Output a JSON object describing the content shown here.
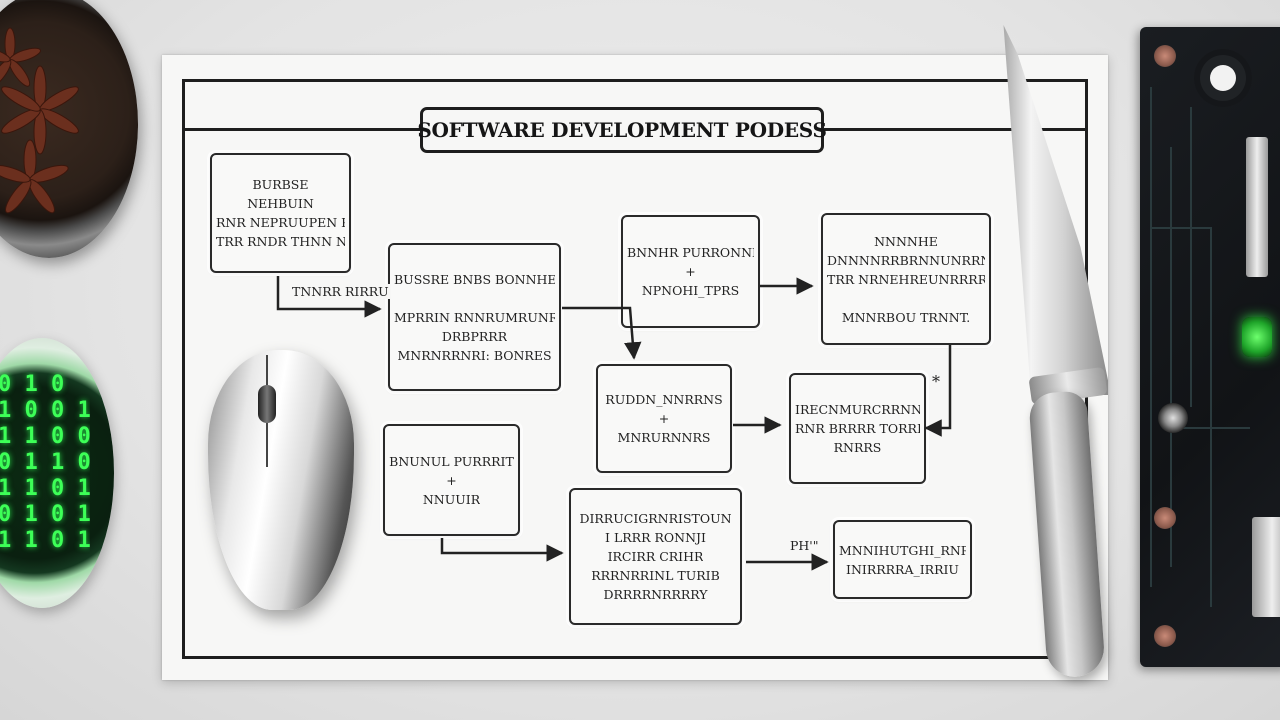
{
  "diagram": {
    "title": "SOFTWARE DEVELOPMENT PODESS",
    "boxes": [
      {
        "id": "b1",
        "lines": [
          "BURBSE",
          "NEHBUIN",
          "RNR NEPRUUPEN R",
          "TRR RNDR THNN NH"
        ]
      },
      {
        "id": "b2",
        "lines": [
          "BUSSRE BNBS BONNHE",
          "",
          "MPRRIN RNNRUMRUNRE",
          "DRBPRRR",
          "MNRNRRNRI: BONRES"
        ]
      },
      {
        "id": "b3",
        "lines": [
          "BNNHR PURRONNRCCD",
          "+",
          "NPNOHI_TPRS"
        ]
      },
      {
        "id": "b4",
        "lines": [
          "NNNNHE",
          "DNNNNRRBRNNUNRRNN",
          "TRR NRNEHREUNRRRR",
          "",
          "MNNRBOU TRNNT."
        ]
      },
      {
        "id": "b5",
        "lines": [
          "RUDDN_NNRRNS",
          "+",
          "MNRURNNRS"
        ]
      },
      {
        "id": "b6",
        "lines": [
          "IRECNMURCRRNND",
          "RNR BRRRR TORRRNND",
          "RNRRS"
        ]
      },
      {
        "id": "b7",
        "lines": [
          "BNUNUL PURRRIT",
          "+",
          "NNUUIR"
        ]
      },
      {
        "id": "b8",
        "lines": [
          "DIRRUCIGRNRISTOUN",
          "I LRRR RONNJI",
          "IRCIRR CRIHR",
          "RRRNRRINL TURIB",
          "DRRRRNRRRRY"
        ]
      },
      {
        "id": "b9",
        "lines": [
          "MNNIHUTGHI_RNRRY",
          "INIRRRRA_IRRIU"
        ]
      }
    ],
    "labels": [
      {
        "id": "l1",
        "text": "TNNRR RIRRU"
      },
      {
        "id": "l2",
        "text": "*"
      },
      {
        "id": "l3",
        "text": "PH'\""
      }
    ]
  },
  "desk": {
    "binary_lines": [
      "0 1 0",
      "1 0 0 1",
      "1 1 0 0",
      "0 1 1 0",
      "1 1 0 1",
      "0 1 0 1",
      "1 1 0 1"
    ]
  }
}
